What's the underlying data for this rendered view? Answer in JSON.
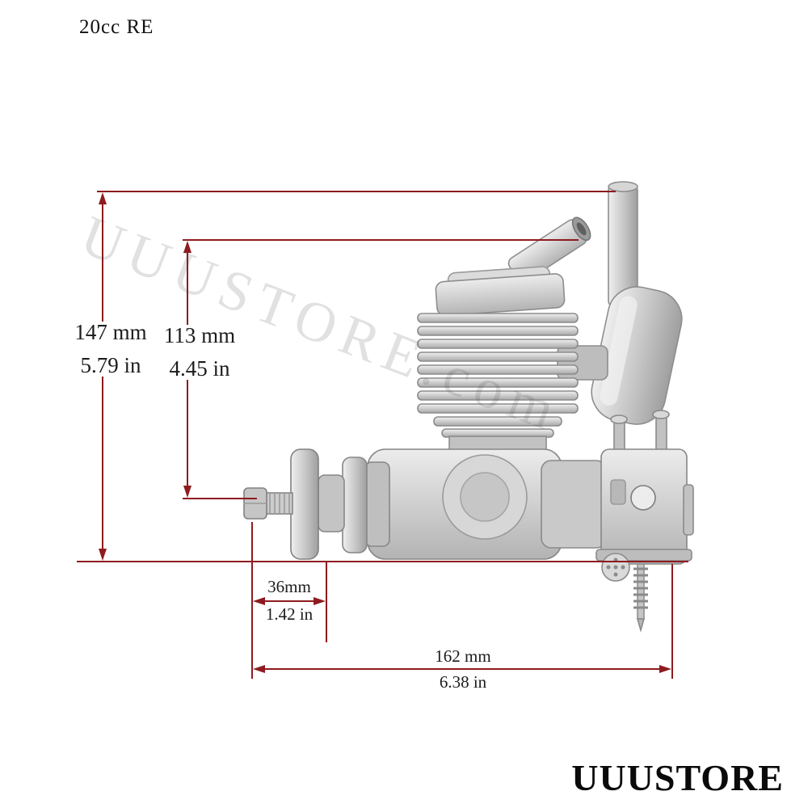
{
  "title": "20cc RE",
  "watermark": "UUUSTORE.com",
  "brand": "UUUSTORE",
  "dimensions": {
    "overall_height": {
      "mm": "147 mm",
      "inch": "5.79 in"
    },
    "inner_height": {
      "mm": "113 mm",
      "inch": "4.45 in"
    },
    "front_length": {
      "mm": "36mm",
      "inch": "1.42 in"
    },
    "overall_length": {
      "mm": "162 mm",
      "inch": "6.38 in"
    }
  },
  "colors": {
    "dimension_line": "#8e1b1f",
    "text": "#1a1a1a",
    "watermark": "rgba(70,70,70,0.16)",
    "background": "#ffffff",
    "engine_metal_light": "#ececec",
    "engine_metal_dark": "#9f9f9f"
  }
}
